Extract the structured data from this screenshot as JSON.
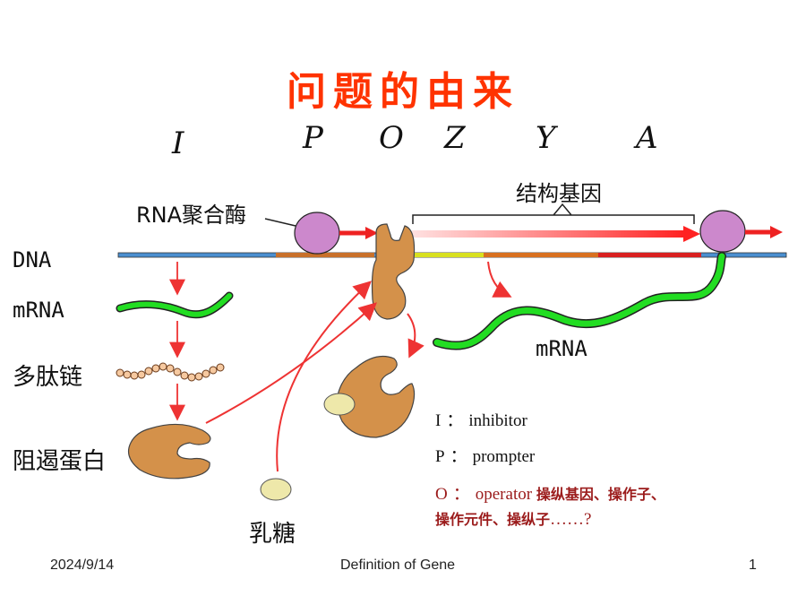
{
  "slide": {
    "title": "问题的由来",
    "gene_letters": [
      "I",
      "P",
      "O",
      "Z",
      "Y",
      "A"
    ],
    "labels": {
      "rna_polymerase": "RNA聚合酶",
      "structural_genes": "结构基因",
      "dna": "DNA",
      "mrna_left": "mRNA",
      "polypeptide": "多肽链",
      "repressor": "阻遏蛋白",
      "lactose": "乳糖",
      "mrna_right": "mRNA"
    },
    "legend": [
      {
        "key": "I",
        "sep": "：",
        "text": "inhibitor",
        "extra": ""
      },
      {
        "key": "P",
        "sep": "：",
        "text": "prompter",
        "extra": ""
      },
      {
        "key": "O",
        "sep": "：",
        "text": "operator",
        "extra": "操纵基因、操作子、"
      },
      {
        "key": "",
        "sep": "",
        "text": "",
        "extra": "操作元件、操纵子",
        "tail": "……?"
      }
    ],
    "colors": {
      "title": "#ff3300",
      "dna_line": "#4a8fd0",
      "mrna": "#22dd22",
      "protein": "#d4914a",
      "polymerase": "#cc88cc",
      "arrow": "#ee3333",
      "lactose": "#eee8aa"
    }
  },
  "footer": {
    "date": "2024/9/14",
    "center": "Definition  of Gene",
    "page": "1"
  }
}
